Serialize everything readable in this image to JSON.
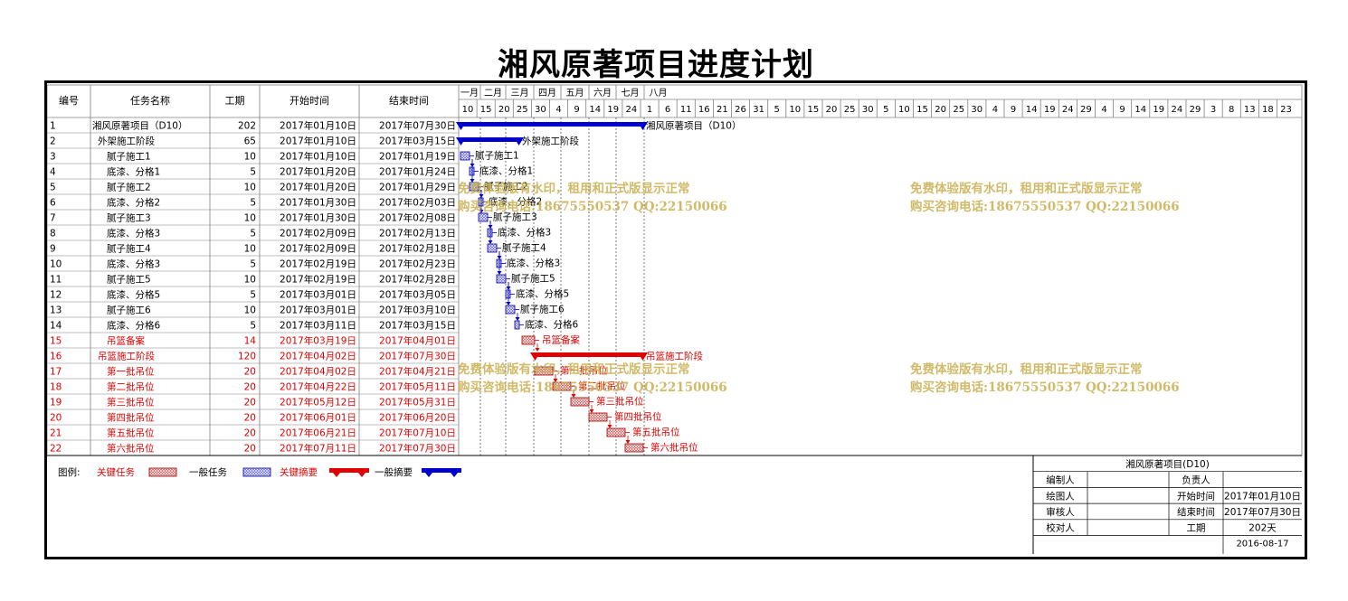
{
  "title": "湘风原著项目进度计划",
  "header": {
    "num": "编号",
    "name": "任务名称",
    "dur": "工期",
    "start": "开始时间",
    "end": "结束时间"
  },
  "timeline": {
    "months": [
      "一月",
      "二月",
      "三月",
      "四月",
      "五月",
      "六月",
      "七月",
      "八月"
    ],
    "day_ticks": [
      "10",
      "15",
      "20",
      "25",
      "30",
      "4",
      "9",
      "14",
      "19",
      "24",
      "1",
      "6",
      "11",
      "16",
      "21",
      "26",
      "31",
      "5",
      "10",
      "15",
      "20",
      "25",
      "30",
      "5",
      "10",
      "15",
      "20",
      "25",
      "30",
      "4",
      "9",
      "14",
      "19",
      "24",
      "29",
      "4",
      "9",
      "14",
      "19",
      "24",
      "29",
      "3",
      "8",
      "13",
      "18",
      "23"
    ]
  },
  "chart_data": {
    "type": "gantt",
    "title": "湘风原著项目进度计划",
    "x_axis": {
      "type": "date",
      "start": "2017-01-08",
      "end": "2017-08-26"
    },
    "tasks": [
      {
        "id": "1",
        "name": "湘风原著项目（D10）",
        "duration": 202,
        "start": "2017年01月10日",
        "end": "2017年07月30日",
        "kind": "summary",
        "critical": false,
        "label": "湘风原著项目（D10）"
      },
      {
        "id": "2",
        "name": "外架施工阶段",
        "duration": 65,
        "start": "2017年01月10日",
        "end": "2017年03月15日",
        "kind": "summary",
        "critical": false,
        "label": "外架施工阶段"
      },
      {
        "id": "3",
        "name": "腻子施工1",
        "duration": 10,
        "start": "2017年01月10日",
        "end": "2017年01月19日",
        "kind": "task",
        "critical": false,
        "label": "腻子施工1"
      },
      {
        "id": "4",
        "name": "底漆、分格1",
        "duration": 5,
        "start": "2017年01月20日",
        "end": "2017年01月24日",
        "kind": "task",
        "critical": false,
        "label": "底漆、分格1"
      },
      {
        "id": "5",
        "name": "腻子施工2",
        "duration": 10,
        "start": "2017年01月20日",
        "end": "2017年01月29日",
        "kind": "task",
        "critical": false,
        "label": "腻子施工2"
      },
      {
        "id": "6",
        "name": "底漆、分格2",
        "duration": 5,
        "start": "2017年01月30日",
        "end": "2017年02月03日",
        "kind": "task",
        "critical": false,
        "label": "底漆、分格2"
      },
      {
        "id": "7",
        "name": "腻子施工3",
        "duration": 10,
        "start": "2017年01月30日",
        "end": "2017年02月08日",
        "kind": "task",
        "critical": false,
        "label": "腻子施工3"
      },
      {
        "id": "8",
        "name": "底漆、分格3",
        "duration": 5,
        "start": "2017年02月09日",
        "end": "2017年02月13日",
        "kind": "task",
        "critical": false,
        "label": "底漆、分格3"
      },
      {
        "id": "9",
        "name": "腻子施工4",
        "duration": 10,
        "start": "2017年02月09日",
        "end": "2017年02月18日",
        "kind": "task",
        "critical": false,
        "label": "腻子施工4"
      },
      {
        "id": "10",
        "name": "底漆、分格3",
        "duration": 5,
        "start": "2017年02月19日",
        "end": "2017年02月23日",
        "kind": "task",
        "critical": false,
        "label": "底漆、分格3"
      },
      {
        "id": "11",
        "name": "腻子施工5",
        "duration": 10,
        "start": "2017年02月19日",
        "end": "2017年02月28日",
        "kind": "task",
        "critical": false,
        "label": "腻子施工5"
      },
      {
        "id": "12",
        "name": "底漆、分格5",
        "duration": 5,
        "start": "2017年03月01日",
        "end": "2017年03月05日",
        "kind": "task",
        "critical": false,
        "label": "底漆、分格5"
      },
      {
        "id": "13",
        "name": "腻子施工6",
        "duration": 10,
        "start": "2017年03月01日",
        "end": "2017年03月10日",
        "kind": "task",
        "critical": false,
        "label": "腻子施工6"
      },
      {
        "id": "14",
        "name": "底漆、分格6",
        "duration": 5,
        "start": "2017年03月11日",
        "end": "2017年03月15日",
        "kind": "task",
        "critical": false,
        "label": "底漆、分格6"
      },
      {
        "id": "15",
        "name": "吊篮备案",
        "duration": 14,
        "start": "2017年03月19日",
        "end": "2017年04月01日",
        "kind": "task",
        "critical": true,
        "label": "吊篮备案"
      },
      {
        "id": "16",
        "name": "吊篮施工阶段",
        "duration": 120,
        "start": "2017年04月02日",
        "end": "2017年07月30日",
        "kind": "summary",
        "critical": true,
        "label": "吊篮施工阶段"
      },
      {
        "id": "17",
        "name": "第一批吊位",
        "duration": 20,
        "start": "2017年04月02日",
        "end": "2017年04月21日",
        "kind": "task",
        "critical": true,
        "label": "第一批吊位"
      },
      {
        "id": "18",
        "name": "第二批吊位",
        "duration": 20,
        "start": "2017年04月22日",
        "end": "2017年05月11日",
        "kind": "task",
        "critical": true,
        "label": "第二批吊位"
      },
      {
        "id": "19",
        "name": "第三批吊位",
        "duration": 20,
        "start": "2017年05月12日",
        "end": "2017年05月31日",
        "kind": "task",
        "critical": true,
        "label": "第三批吊位"
      },
      {
        "id": "20",
        "name": "第四批吊位",
        "duration": 20,
        "start": "2017年06月01日",
        "end": "2017年06月20日",
        "kind": "task",
        "critical": true,
        "label": "第四批吊位"
      },
      {
        "id": "21",
        "name": "第五批吊位",
        "duration": 20,
        "start": "2017年06月21日",
        "end": "2017年07月10日",
        "kind": "task",
        "critical": true,
        "label": "第五批吊位"
      },
      {
        "id": "22",
        "name": "第六批吊位",
        "duration": 20,
        "start": "2017年07月11日",
        "end": "2017年07月30日",
        "kind": "task",
        "critical": true,
        "label": "第六批吊位"
      }
    ]
  },
  "legend": {
    "prefix": "图例:",
    "critical_task": "关键任务",
    "normal_task": "一般任务",
    "critical_summary": "关键摘要",
    "normal_summary": "一般摘要"
  },
  "info_box": {
    "project": "湘风原著项目(D10)",
    "compiler": "编制人",
    "drafter": "绘图人",
    "reviewer": "审核人",
    "checker": "校对人",
    "owner": "负责人",
    "start_label": "开始时间",
    "start_value": "2017年01月10日",
    "end_label": "结束时间",
    "end_value": "2017年07月30日",
    "duration_label": "工期",
    "duration_value": "202天",
    "date": "2016-08-17"
  },
  "watermark": {
    "line1": "免费体验版有水印，租用和正式版显示正常",
    "line2": "购买咨询电话:18675550537 QQ:22150066"
  },
  "colors": {
    "critical": "#e00000",
    "normal": "#0000cc",
    "critical_fill": "#d06060",
    "normal_fill": "#6a6ae8",
    "watermark": "#c8ae4e",
    "grid": "#808080"
  }
}
